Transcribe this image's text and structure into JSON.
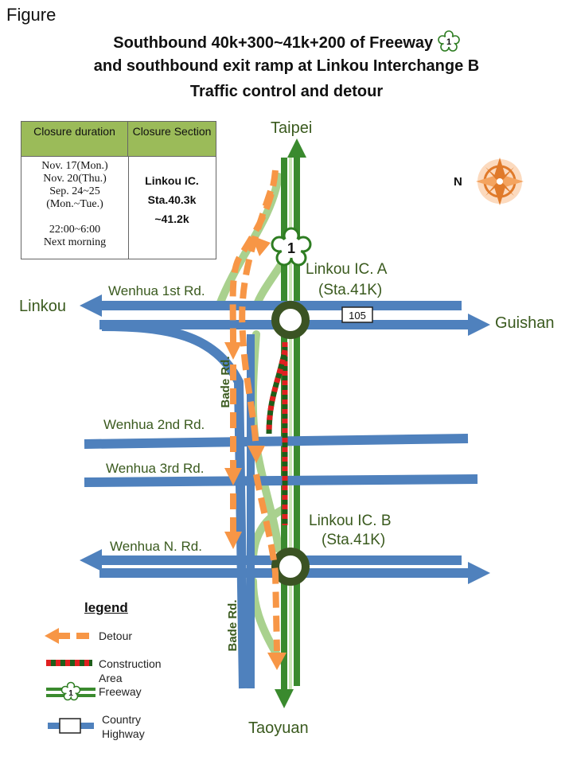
{
  "figure_label": "Figure",
  "title_lines": [
    "Southbound 40k+300~41k+200 of Freeway",
    "and southbound exit ramp at  Linkou Interchange B",
    "Traffic control and detour"
  ],
  "table": {
    "header_duration": "Closure duration",
    "header_section": "Closure Section",
    "duration_lines": [
      "Nov. 17(Mon.)",
      "Nov. 20(Thu.)",
      "Sep. 24~25",
      "(Mon.~Tue.)",
      "",
      "22:00~6:00",
      "Next morning"
    ],
    "section_lines": [
      "Linkou IC.",
      "Sta.40.3k",
      "~41.2k"
    ]
  },
  "places": {
    "north": "Taipei",
    "south": "Taoyuan",
    "west": "Linkou",
    "east": "Guishan"
  },
  "interchanges": {
    "a_name": "Linkou IC. A",
    "a_sta": "(Sta.41K)",
    "b_name": "Linkou IC. B",
    "b_sta": "(Sta.41K)"
  },
  "roads": {
    "wenhua_1st": "Wenhua 1st Rd.",
    "wenhua_2nd": "Wenhua 2nd Rd.",
    "wenhua_3rd": "Wenhua 3rd Rd.",
    "wenhua_n": "Wenhua N. Rd.",
    "bade_upper": "Bade Rd.",
    "bade_lower": "Bade Rd.",
    "highway_number": "105",
    "freeway_number": "1"
  },
  "compass": {
    "label": "N"
  },
  "legend": {
    "title": "legend",
    "detour": "Detour",
    "construction_1": "Construction",
    "construction_2": "Area",
    "freeway": "Freeway",
    "highway_1": "Country",
    "highway_2": "Highway",
    "freeway_badge": "1"
  },
  "colors": {
    "road_blue": "#4f81bd",
    "freeway_green": "#3a8a2e",
    "ramp_green": "#a9d18e",
    "detour_orange": "#f79646",
    "construction_red": "#e02020",
    "table_header": "#9bbb59",
    "label_green": "#3a5a1e"
  }
}
